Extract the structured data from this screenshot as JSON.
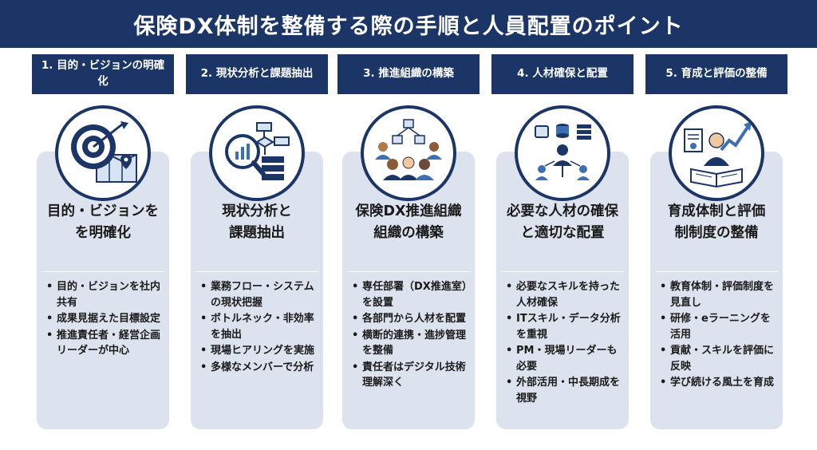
{
  "title": "保険DX体制を整備する際の手順と人員配置のポイント",
  "steps": [
    {
      "header": "1. 目的・ビジョンの明確化",
      "icon": "target-map-icon",
      "panel_title_lines": [
        "目的・ビジョンを",
        "を明確化"
      ],
      "bullets": [
        "目的・ビジョンを社内共有",
        "成果見据えた目標設定",
        "推進責任者・経営企画リーダーが中心"
      ]
    },
    {
      "header": "2. 現状分析と課題抽出",
      "icon": "flowchart-magnifier-icon",
      "panel_title_lines": [
        "現状分析と",
        "課題抽出"
      ],
      "bullets": [
        "業務フロー・システムの現状把握",
        "ボトルネック・非効率を抽出",
        "現場ヒアリングを実施",
        "多様なメンバーで分析"
      ]
    },
    {
      "header": "3. 推進組織の構築",
      "icon": "team-structure-icon",
      "panel_title_lines": [
        "保険DX推進組織",
        "組織の構築"
      ],
      "bullets": [
        "専任部署（DX推進室）を設置",
        "各部門から人材を配置",
        "横断的連携・進捗管理を整備",
        "責任者はデジタル技術理解深く"
      ]
    },
    {
      "header": "4. 人材確保と配置",
      "icon": "talent-network-icon",
      "panel_title_lines": [
        "必要な人材の確保",
        "と適切な配置"
      ],
      "bullets": [
        "必要なスキルを持った人材確保",
        "ITスキル・データ分析を重視",
        "PM・現場リーダーも必要",
        "外部活用・中長期成を視野"
      ]
    },
    {
      "header": "5. 育成と評価の整備",
      "icon": "growth-training-icon",
      "panel_title_lines": [
        "育成体制と評価",
        "制制度の整備"
      ],
      "bullets": [
        "教育体制・評価制度を見直し",
        "研修・eラーニングを活用",
        "貢献・スキルを評価に反映",
        "学び続ける風土を育成"
      ]
    }
  ]
}
